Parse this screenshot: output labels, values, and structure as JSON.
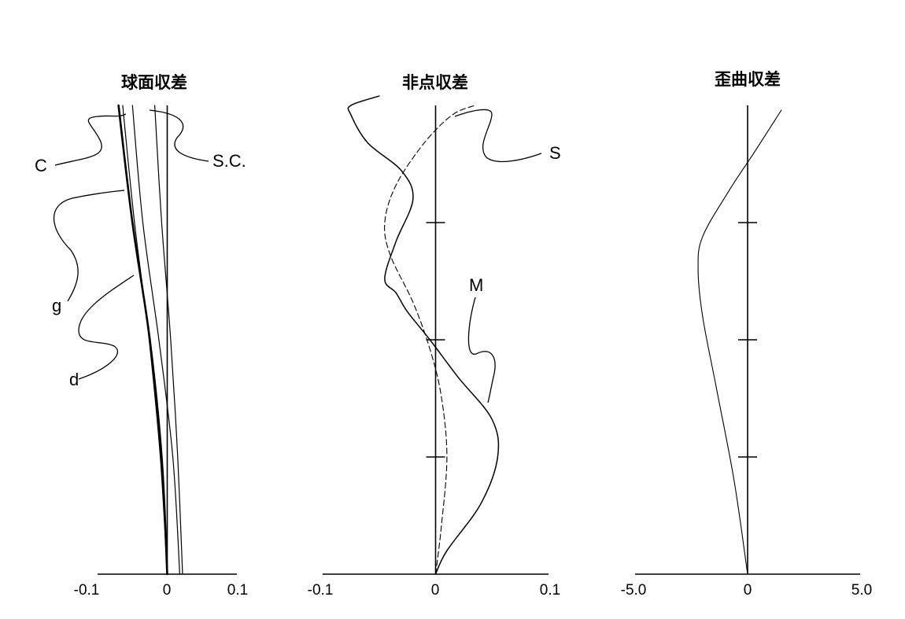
{
  "chart_data": [
    {
      "type": "line",
      "title": "球面収差",
      "xlim": [
        -0.1,
        0.1
      ],
      "ylim": [
        0,
        1
      ],
      "x_ticks": [
        "-0.1",
        "0",
        "0.1"
      ],
      "series": [
        {
          "name": "d",
          "stroke_width": 2.6,
          "x": [
            0.0,
            -0.008,
            -0.025,
            -0.05,
            -0.07
          ],
          "y": [
            0.0,
            0.25,
            0.5,
            0.75,
            1.0
          ]
        },
        {
          "name": "g",
          "stroke_width": 1.2,
          "x": [
            0.0,
            -0.01,
            -0.026,
            -0.047,
            -0.064
          ],
          "y": [
            0.0,
            0.25,
            0.5,
            0.75,
            1.0
          ]
        },
        {
          "name": "C",
          "stroke_width": 1.2,
          "x": [
            0.018,
            0.008,
            -0.012,
            -0.035,
            -0.05
          ],
          "y": [
            0.0,
            0.25,
            0.5,
            0.75,
            1.0
          ]
        },
        {
          "name": "S.C.",
          "stroke_width": 1.2,
          "x": [
            0.022,
            0.015,
            0.005,
            -0.008,
            -0.018
          ],
          "y": [
            0.0,
            0.25,
            0.5,
            0.75,
            1.0
          ]
        }
      ]
    },
    {
      "type": "line",
      "title": "非点収差",
      "xlim": [
        -0.1,
        0.1
      ],
      "ylim": [
        0,
        1
      ],
      "x_ticks": [
        "-0.1",
        "0",
        "0.1"
      ],
      "series": [
        {
          "name": "M",
          "stroke_width": 1.5,
          "dash": "",
          "x": [
            0.0,
            0.01,
            0.04,
            0.055,
            0.05,
            0.02,
            -0.005,
            -0.025,
            -0.035,
            -0.045,
            -0.035,
            -0.02,
            -0.03,
            -0.06,
            -0.075,
            -0.075,
            -0.05
          ],
          "y": [
            0.0,
            0.05,
            0.15,
            0.25,
            0.33,
            0.42,
            0.5,
            0.56,
            0.6,
            0.63,
            0.71,
            0.8,
            0.86,
            0.92,
            0.98,
            1.0,
            1.02
          ]
        },
        {
          "name": "S",
          "stroke_width": 1.1,
          "dash": "7 4",
          "x": [
            0.0,
            0.005,
            0.01,
            0.005,
            -0.005,
            -0.02,
            -0.04,
            -0.045,
            -0.035,
            -0.01,
            0.015,
            0.035
          ],
          "y": [
            0.0,
            0.1,
            0.25,
            0.38,
            0.48,
            0.58,
            0.68,
            0.75,
            0.83,
            0.92,
            0.98,
            1.0
          ]
        }
      ]
    },
    {
      "type": "line",
      "title": "歪曲収差",
      "xlim": [
        -5.0,
        5.0
      ],
      "ylim": [
        0,
        1
      ],
      "x_ticks": [
        "-5.0",
        "0",
        "5.0"
      ],
      "series": [
        {
          "name": "",
          "stroke_width": 1.1,
          "x": [
            0.0,
            -0.6,
            -1.4,
            -2.0,
            -2.2,
            -2.0,
            -0.8,
            0.3,
            1.5
          ],
          "y": [
            0.0,
            0.2,
            0.4,
            0.55,
            0.65,
            0.72,
            0.82,
            0.9,
            0.99
          ]
        }
      ]
    }
  ],
  "labels": {
    "c": "C",
    "sc": "S.C.",
    "g": "g",
    "d": "d",
    "s": "S",
    "m": "M"
  },
  "colors": {
    "ink": "#000000",
    "background": "#ffffff"
  }
}
